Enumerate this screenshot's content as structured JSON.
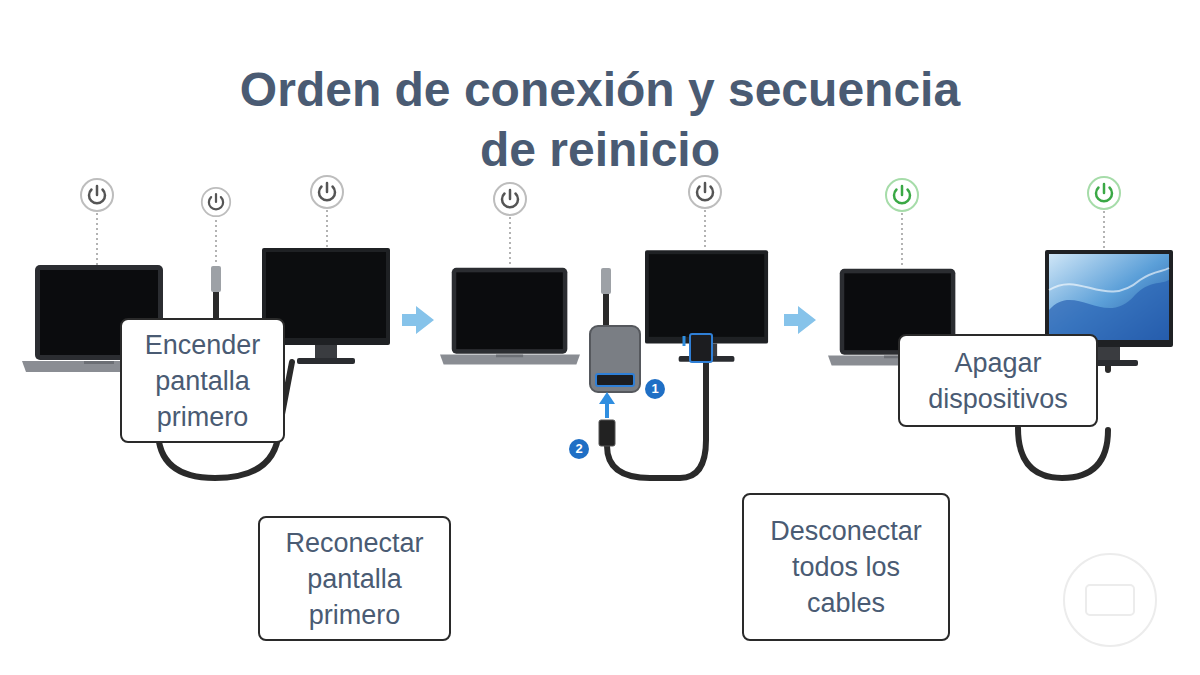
{
  "diagram": {
    "title": "Orden de conexión y secuencia de reinicio",
    "nodes": [
      {
        "text": [
          "Encender pantalla primero"
        ]
      },
      {
        "text": [
          "Apagar dispositivos"
        ]
      },
      {
        "text": [
          "Reconectar pantalla primero"
        ]
      },
      {
        "text": [
          "Desconectar todos los cables"
        ]
      }
    ],
    "labels": [
      "1",
      "2"
    ]
  }
}
